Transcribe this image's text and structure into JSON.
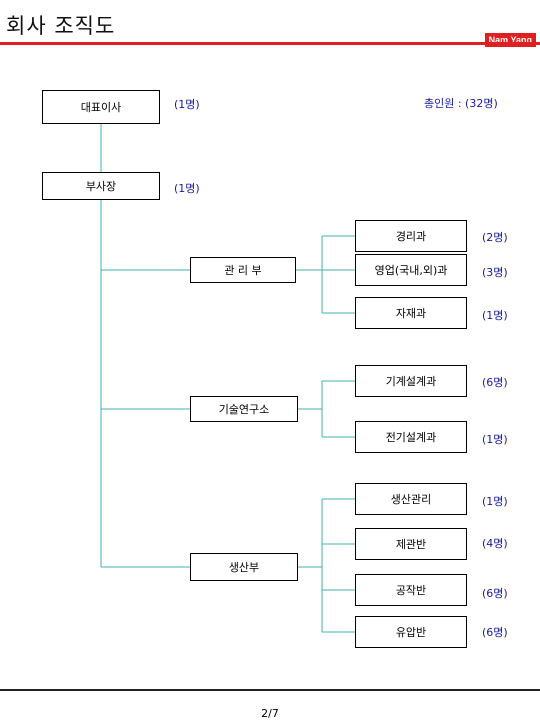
{
  "header": {
    "title": "회사 조직도",
    "brand": "Nam Yang"
  },
  "total": "총인원 : (32명)",
  "nodes": {
    "ceo": {
      "label": "대표이사",
      "count": "(1명)"
    },
    "vp": {
      "label": "부사장",
      "count": "(1명)"
    },
    "admin": {
      "label": "관 리 부"
    },
    "research": {
      "label": "기술연구소"
    },
    "production": {
      "label": "생산부"
    }
  },
  "admin_teams": [
    {
      "label": "경리과",
      "count": "(2명)"
    },
    {
      "label": "영업(국내,외)과",
      "count": "(3명)"
    },
    {
      "label": "자재과",
      "count": "(1명)"
    }
  ],
  "research_teams": [
    {
      "label": "기계설계과",
      "count": "(6명)"
    },
    {
      "label": "전기설계과",
      "count": "(1명)"
    }
  ],
  "production_teams": [
    {
      "label": "생산관리",
      "count": "(1명)"
    },
    {
      "label": "제관반",
      "count": "(4명)"
    },
    {
      "label": "공작반",
      "count": "(6명)"
    },
    {
      "label": "유압반",
      "count": "(6명)"
    }
  ],
  "footer": {
    "page": "2/7"
  },
  "colors": {
    "accent": "#e02020",
    "connector": "#40b0b0",
    "count_text": "#1a1aa0"
  }
}
